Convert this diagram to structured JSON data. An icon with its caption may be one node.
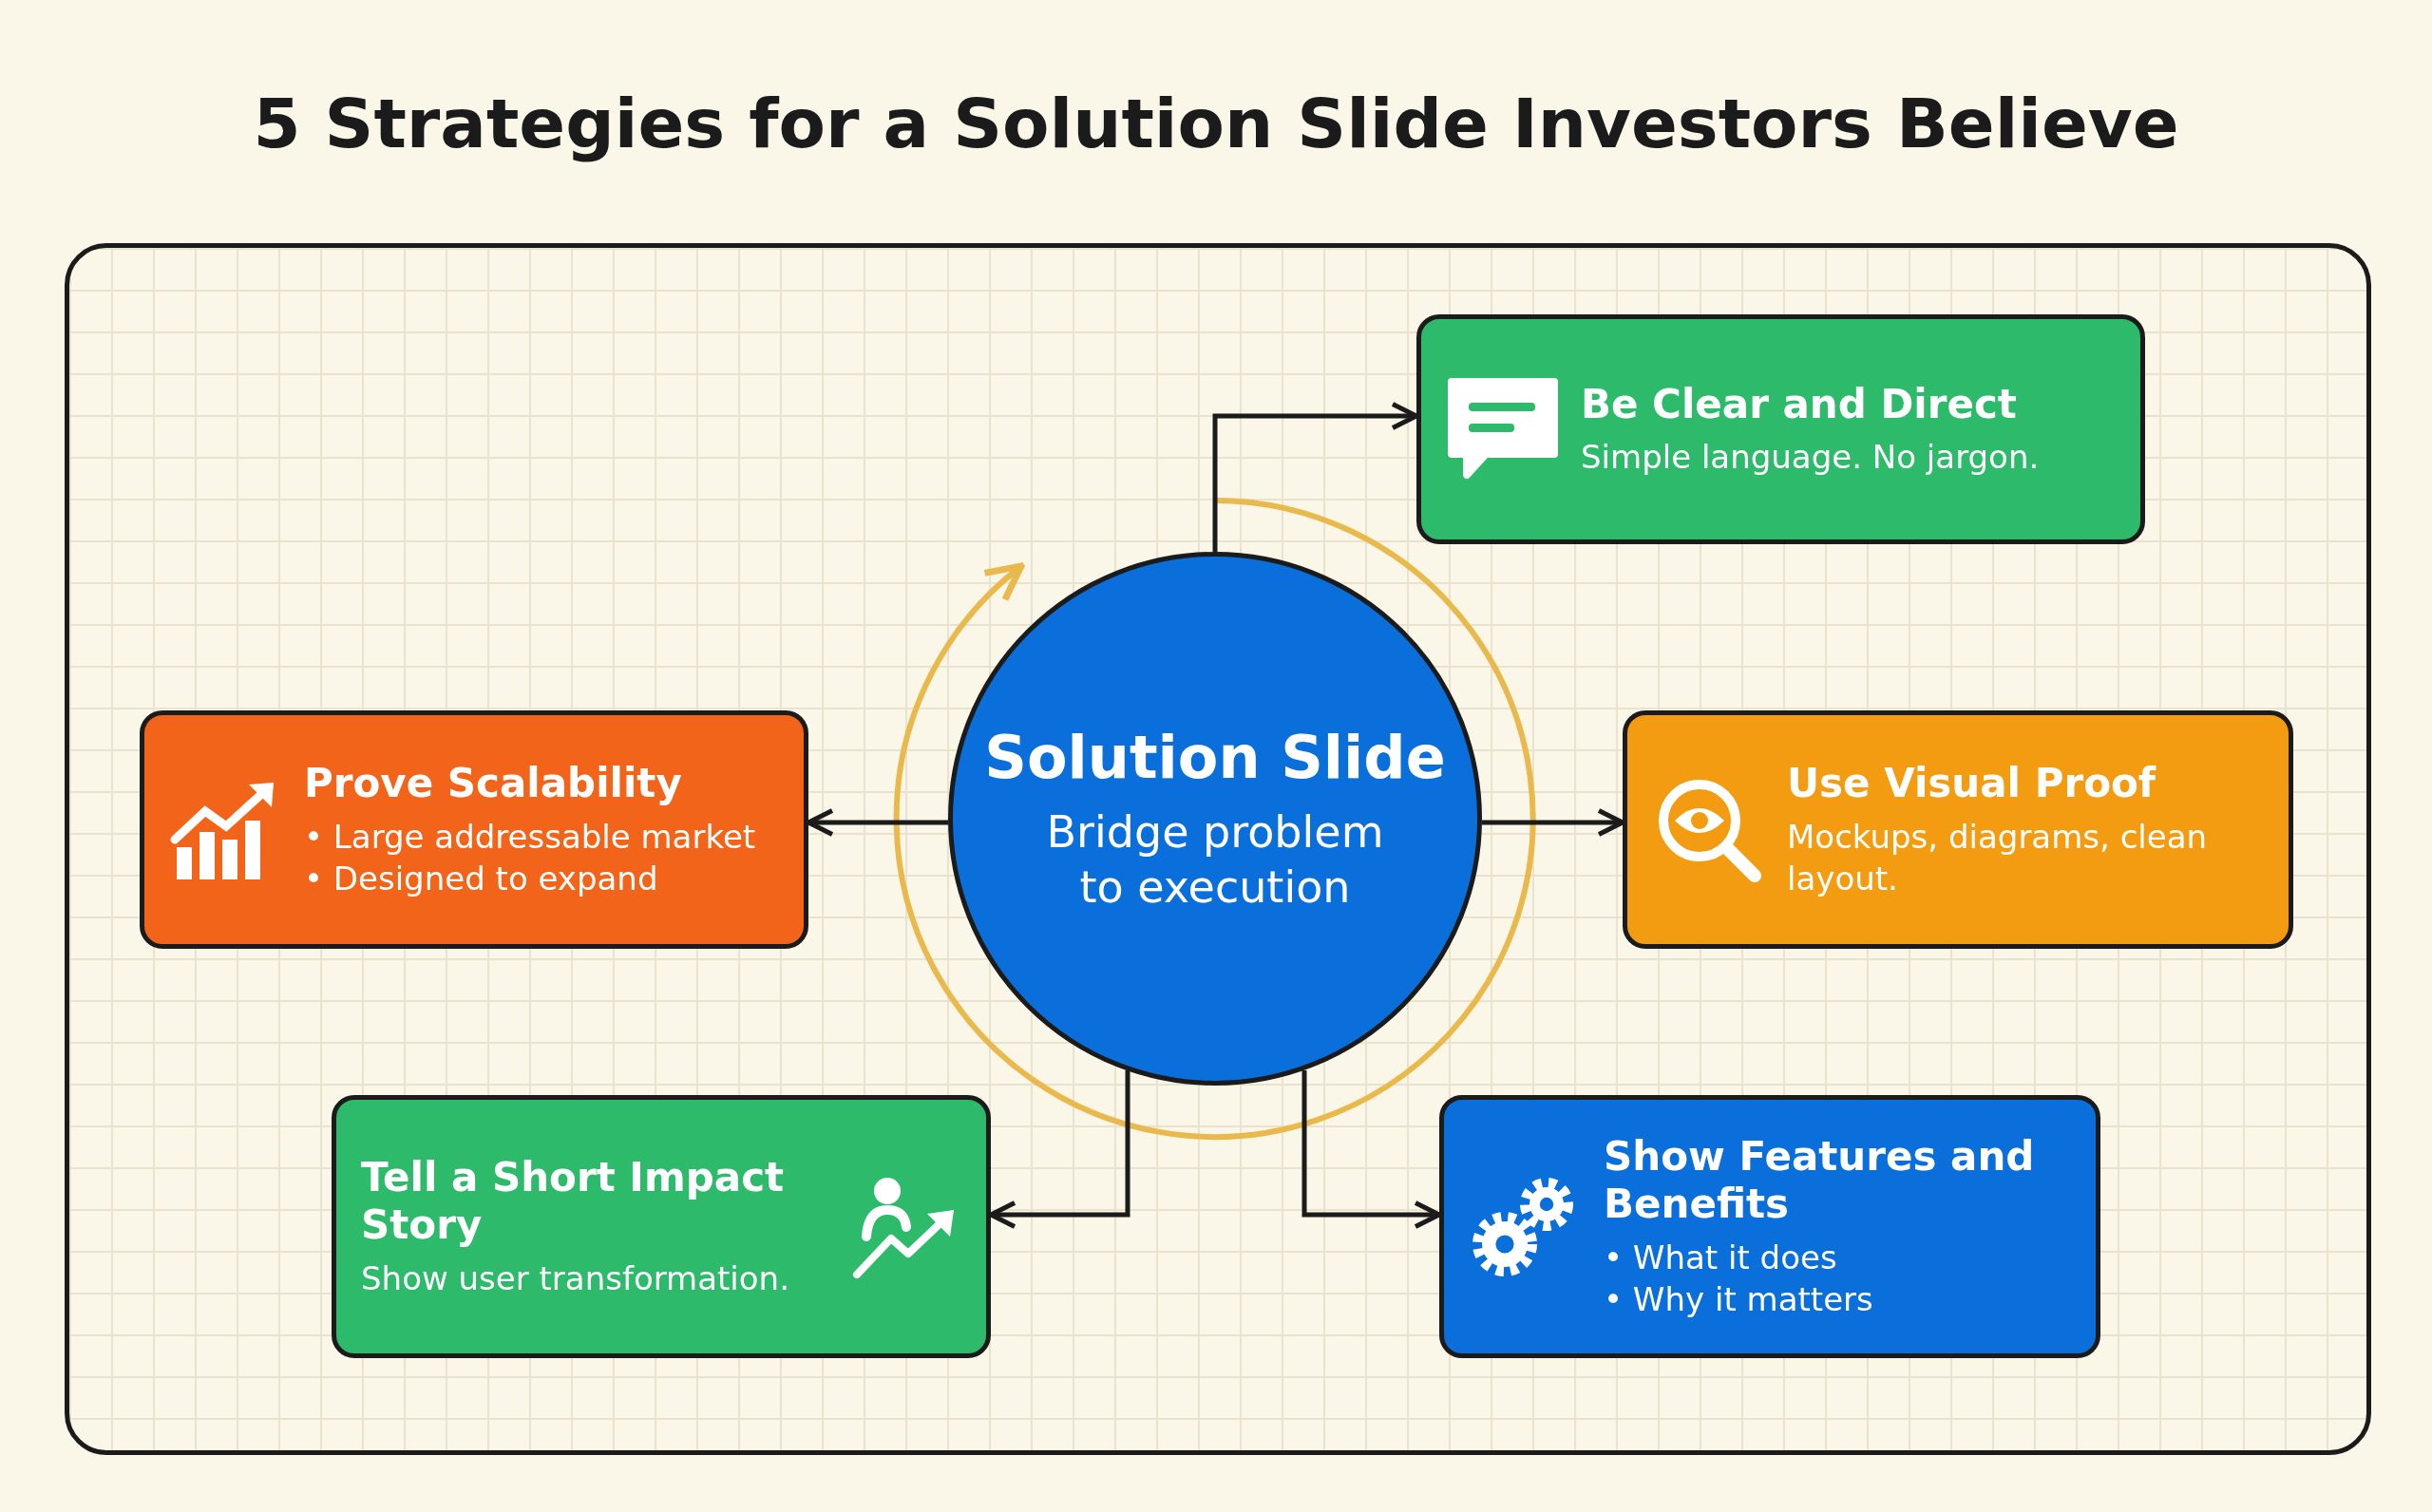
{
  "diagram": {
    "title": "5 Strategies for a Solution Slide Investors Believe",
    "nodes": [
      {
        "text": [
          "Solution Slide",
          "Bridge problem to execution"
        ]
      },
      {
        "text": [
          "Be Clear and Direct",
          "Simple language. No jargon."
        ]
      },
      {
        "text": [
          "Prove Scalability",
          "• Large addressable market",
          "• Designed to expand"
        ]
      },
      {
        "text": [
          "Use Visual Proof",
          "Mockups, diagrams, clean layout."
        ]
      },
      {
        "text": [
          "Tell a Short Impact Story",
          "Show user transformation."
        ]
      },
      {
        "text": [
          "Show Features and Benefits",
          "• What it does",
          "• Why it matters"
        ]
      }
    ],
    "edges": [
      {
        "from": 0,
        "to": 1,
        "arrow": "to"
      },
      {
        "from": 0,
        "to": 2,
        "arrow": "to"
      },
      {
        "from": 0,
        "to": 3,
        "arrow": "to"
      },
      {
        "from": 0,
        "to": 4,
        "arrow": "to"
      },
      {
        "from": 0,
        "to": 5,
        "arrow": "to"
      }
    ]
  }
}
